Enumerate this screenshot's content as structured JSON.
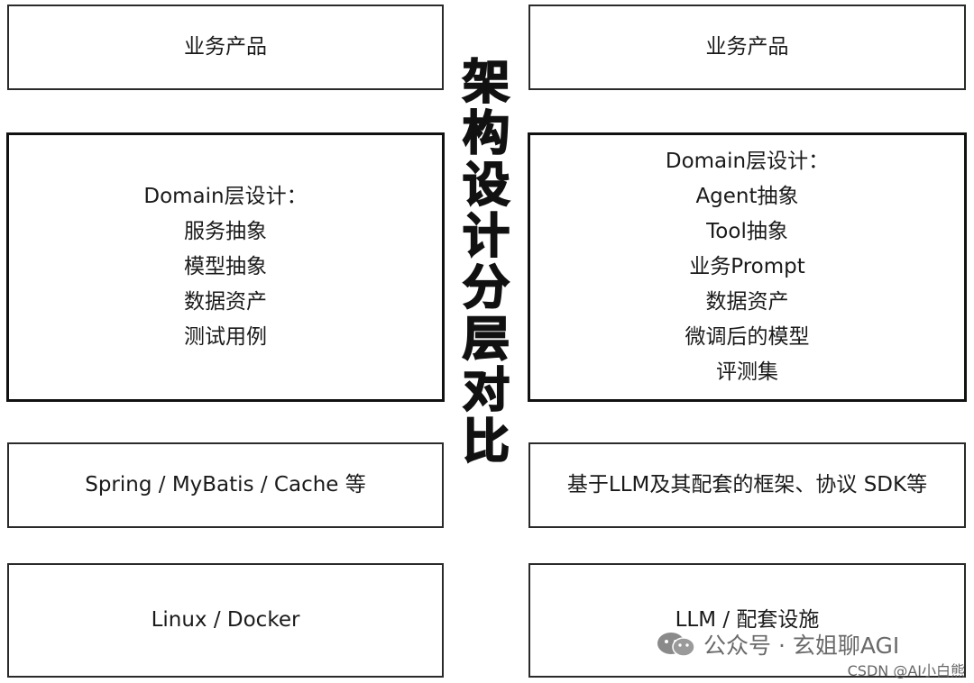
{
  "center_title": [
    "架",
    "构",
    "设",
    "计",
    "分",
    "层",
    "对",
    "比"
  ],
  "left": {
    "product": "业务产品",
    "domain": [
      "Domain层设计：",
      "服务抽象",
      "模型抽象",
      "数据资产",
      "测试用例"
    ],
    "framework": "Spring / MyBatis / Cache 等",
    "infra": "Linux / Docker"
  },
  "right": {
    "product": "业务产品",
    "domain": [
      "Domain层设计：",
      "Agent抽象",
      "Tool抽象",
      "业务Prompt",
      "数据资产",
      "微调后的模型",
      "评测集"
    ],
    "framework": "基于LLM及其配套的框架、协议 SDK等",
    "infra": "LLM / 配套设施"
  },
  "watermark": {
    "text": "公众号 · 玄姐聊AGI",
    "icon": "wechat-icon",
    "credit": "CSDN @AI小白熊"
  }
}
